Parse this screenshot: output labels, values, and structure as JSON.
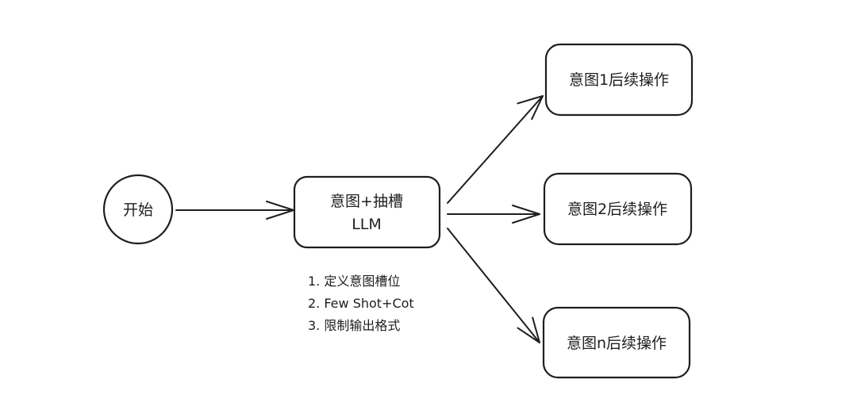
{
  "nodes": {
    "start": {
      "label": "开始"
    },
    "llm": {
      "line1": "意图+抽槽",
      "line2": "LLM"
    },
    "intent1": {
      "label": "意图1后续操作"
    },
    "intent2": {
      "label": "意图2后续操作"
    },
    "intentn": {
      "label": "意图n后续操作"
    }
  },
  "notes": [
    "1. 定义意图槽位",
    "2. Few Shot+Cot",
    "3. 限制输出格式"
  ],
  "colors": {
    "stroke": "#1e1e1e",
    "fill": "#ffffff",
    "background": "#ffffff"
  }
}
